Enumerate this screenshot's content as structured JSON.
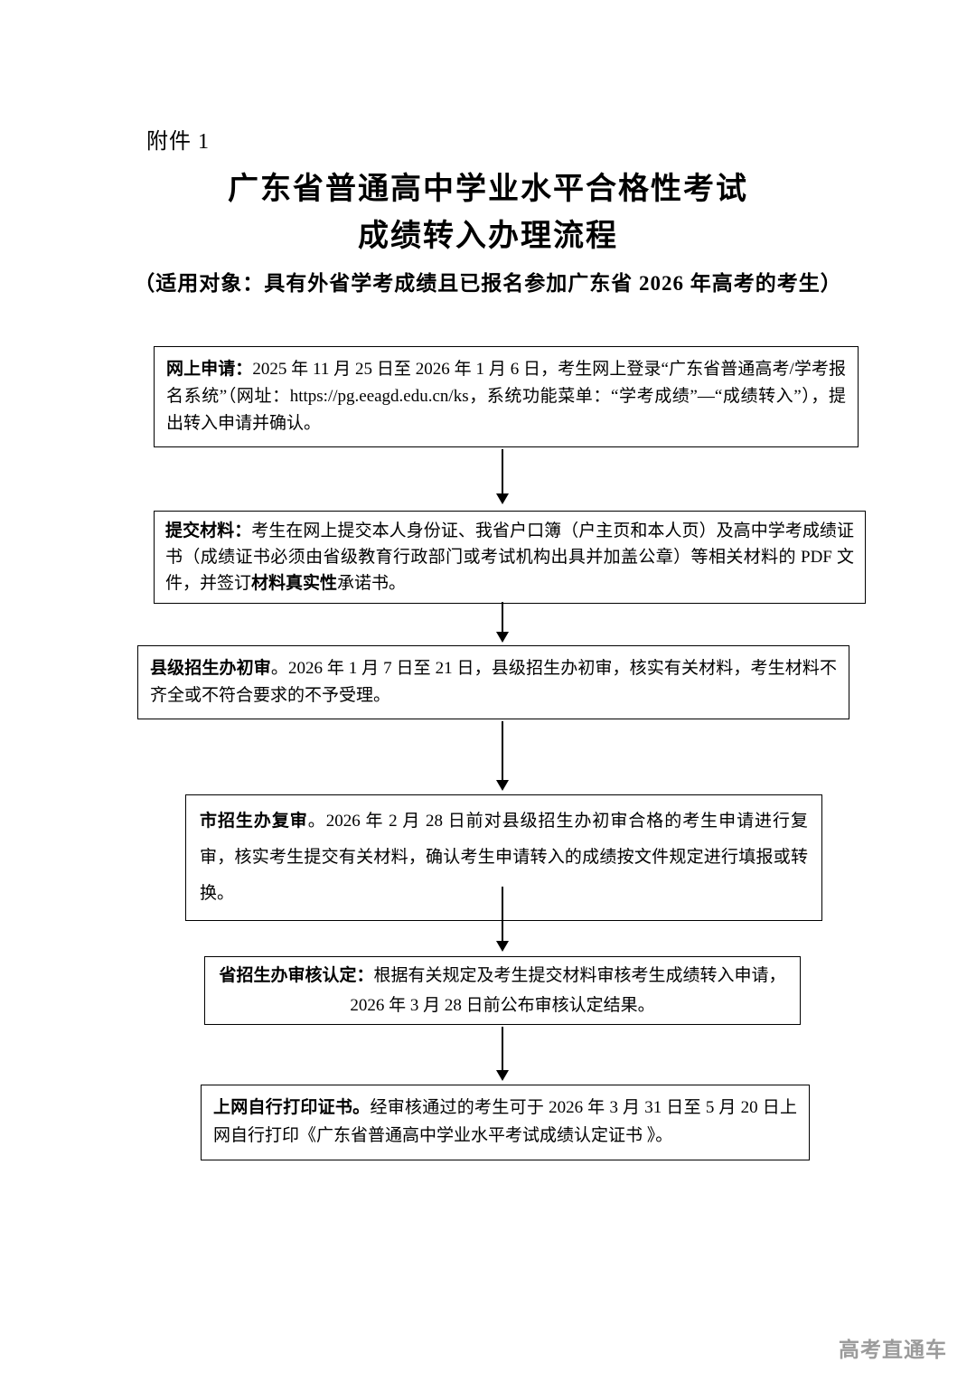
{
  "doc": {
    "attachment_label": "附件 1",
    "title_line1": "广东省普通高中学业水平合格性考试",
    "title_line2": "成绩转入办理流程",
    "audience_note": "（适用对象：具有外省学考成绩且已报名参加广东省 2026 年高考的考生）",
    "watermark": "高考直通车"
  },
  "colors": {
    "text": "#000000",
    "background": "#ffffff",
    "watermark_gray": "#9b9b9b"
  },
  "flowchart": {
    "boxes": [
      {
        "id": "online-application",
        "segments": [
          "网上申请：",
          "2025 年 11 月 25 日至 2026 年 1 月 6 日，考生网上登录“广东省普通高考/学考报名系统”（网址：https://pg.eeagd.edu.cn/ks，系统功能菜单：“学考成绩”—“成绩转入”），提出转入申请并确认。"
        ]
      },
      {
        "id": "submit-materials",
        "segments": [
          "提交材料：",
          "考生在网上提交本人身份证、我省户口簿（户主页和本人页）及高中学考成绩证书（成绩证书必须由省级教育行政部门或考试机构出具并加盖公章）等相关材料的 PDF 文件，并签订",
          "材料真实性",
          "承诺书。"
        ]
      },
      {
        "id": "county-initial-review",
        "segments": [
          "县级招生办初审",
          "。2026 年 1 月 7 日至 21 日，县级招生办初审，核实有关材料，考生材料不齐全或不符合要求的不予受理。"
        ]
      },
      {
        "id": "city-review",
        "segments": [
          "市招生办复审",
          "。2026 年 2 月 28 日前对县级招生办初审合格的考生申请进行复审，核实考生提交有关材料，确认考生申请转入的成绩按文件规定进行填报或转换。"
        ]
      },
      {
        "id": "province-verification",
        "segments": [
          "省招生办审核认定：",
          "根据有关规定及考生提交材料审核考生成绩转入申请，2026 年 3 月 28 日前公布审核认定结果。"
        ]
      },
      {
        "id": "print-certificate",
        "segments": [
          "上网自行打印证书。",
          "经审核通过的考生可于 2026 年 3 月 31 日至 5 月 20 日上网自行打印《广东省普通高中学业水平考试成绩认定证书 》。"
        ]
      }
    ]
  }
}
